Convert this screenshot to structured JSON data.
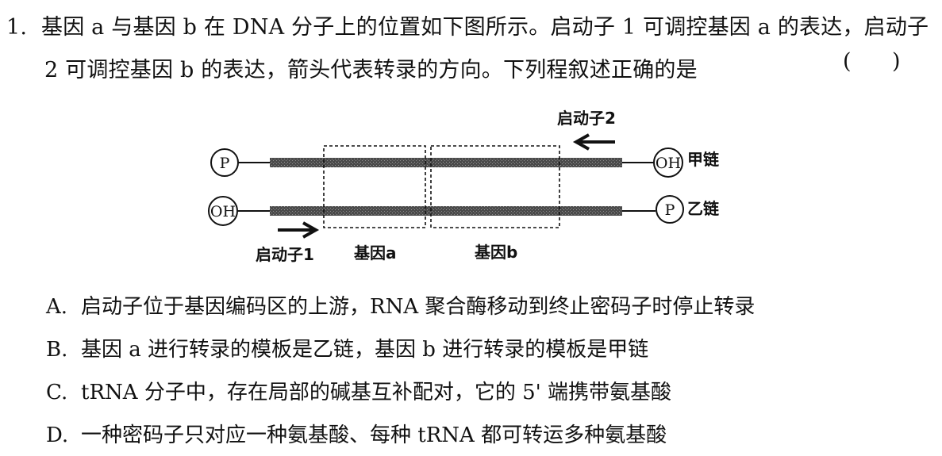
{
  "question": {
    "number": "1.",
    "line1": "基因 a 与基因 b 在 DNA 分子上的位置如下图所示。启动子 1 可调控基因 a 的表达，启动子",
    "line2": "2 可调控基因 b 的表达，箭头代表转录的方向。下列程叙述正确的是",
    "answer_blank": "(      )"
  },
  "figure": {
    "promoter2_label": "启动子2",
    "promoter1_label": "启动子1",
    "gene_a_label": "基因a",
    "gene_b_label": "基因b",
    "strand_top_label": "甲链",
    "strand_bottom_label": "乙链",
    "top_left_end": "P",
    "top_right_end": "OH",
    "bottom_left_end": "OH",
    "bottom_right_end": "P"
  },
  "options": [
    {
      "letter": "A.",
      "text": "启动子位于基因编码区的上游，RNA 聚合酶移动到终止密码子时停止转录"
    },
    {
      "letter": "B.",
      "text": "基因 a 进行转录的模板是乙链，基因 b 进行转录的模板是甲链"
    },
    {
      "letter": "C.",
      "text": "tRNA 分子中，存在局部的碱基互补配对，它的 5' 端携带氨基酸"
    },
    {
      "letter": "D.",
      "text": "一种密码子只对应一种氨基酸、每种 tRNA 都可转运多种氨基酸"
    }
  ]
}
